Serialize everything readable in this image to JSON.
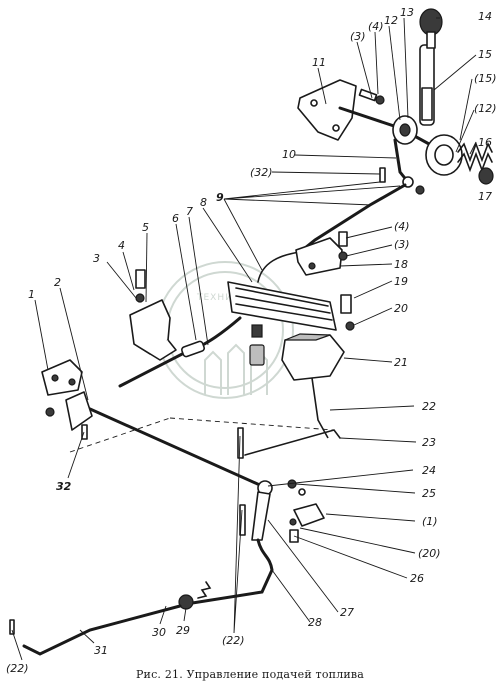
{
  "caption": "Рис. 21. Управление подачей топлива",
  "watermark_text": "ТЕХНИКА",
  "callouts": {
    "c1": "1",
    "c2": "2",
    "c3": "3",
    "c4": "4",
    "c5": "5",
    "c6": "6",
    "c7": "7",
    "c8": "8",
    "c9": "9",
    "c10": "10",
    "c11": "11",
    "c12": "12",
    "c13": "13",
    "c14": "14",
    "c15": "15",
    "c16": "16",
    "c17": "17",
    "c18": "18",
    "c19": "19",
    "c20": "20",
    "c21": "21",
    "c22": "22",
    "c23": "23",
    "c24": "24",
    "c25": "25",
    "c26": "26",
    "c27": "27",
    "c28": "28",
    "c29": "29",
    "c30": "30",
    "c31": "31",
    "c32": "32",
    "p3": "(3)",
    "p4": "(4)",
    "p12": "(12)",
    "p13": "(15)",
    "p32": "(32)",
    "p4b": "(4)",
    "p3b": "(3)",
    "p1": "(1)",
    "p20": "(20)",
    "p22": "(22)",
    "p22b": "(22)"
  }
}
